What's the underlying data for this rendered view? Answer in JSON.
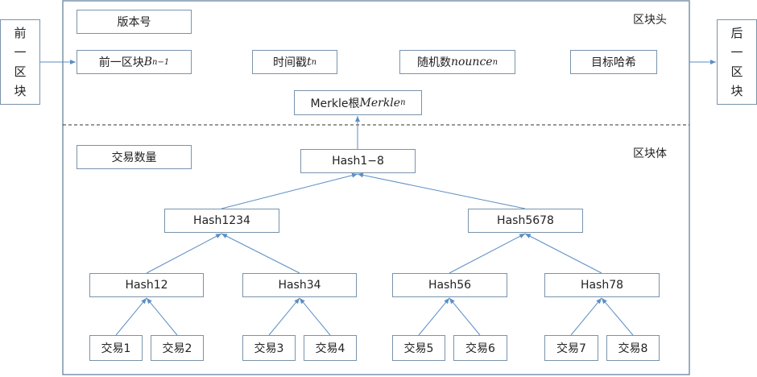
{
  "prev_block": [
    "前",
    "一",
    "区",
    "块"
  ],
  "next_block": [
    "后",
    "一",
    "区",
    "块"
  ],
  "header_label": "区块头",
  "body_label": "区块体",
  "header": {
    "version": "版本号",
    "prev_hash": {
      "text": "前一区块",
      "math": "B",
      "sub": "n−1"
    },
    "timestamp": {
      "text": "时间戳",
      "math": "t",
      "sub": "n"
    },
    "nonce": {
      "text": "随机数",
      "math": "nounce",
      "sub": "n"
    },
    "target": "目标哈希",
    "merkle_root": {
      "text": "Merkle根",
      "math": "Merkle",
      "sub": "n"
    }
  },
  "tx_count": "交易数量",
  "tree": {
    "root": "Hash1−8",
    "level1": [
      "Hash1234",
      "Hash5678"
    ],
    "level2": [
      "Hash12",
      "Hash34",
      "Hash56",
      "Hash78"
    ],
    "leaves": [
      "交易1",
      "交易2",
      "交易3",
      "交易4",
      "交易5",
      "交易6",
      "交易7",
      "交易8"
    ]
  },
  "colors": {
    "border": "#7a93ab",
    "arrow": "#5b8ec4"
  }
}
